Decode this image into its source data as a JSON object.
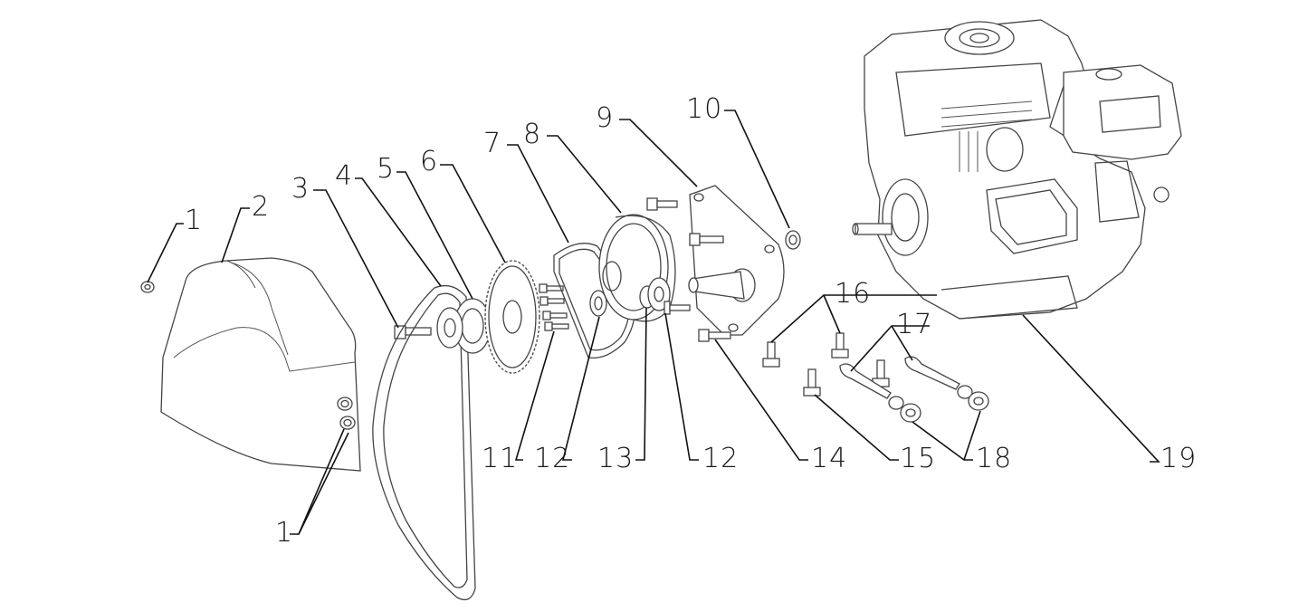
{
  "diagram": {
    "labels": {
      "p1a": "1",
      "p1b": "1",
      "p2": "2",
      "p3": "3",
      "p4": "4",
      "p5": "5",
      "p6": "6",
      "p7": "7",
      "p8": "8",
      "p9": "9",
      "p10": "10",
      "p11": "11",
      "p12a": "12",
      "p12b": "12",
      "p13": "13",
      "p14": "14",
      "p15": "15",
      "p16": "16",
      "p17": "17",
      "p18": "18",
      "p19": "19"
    }
  }
}
